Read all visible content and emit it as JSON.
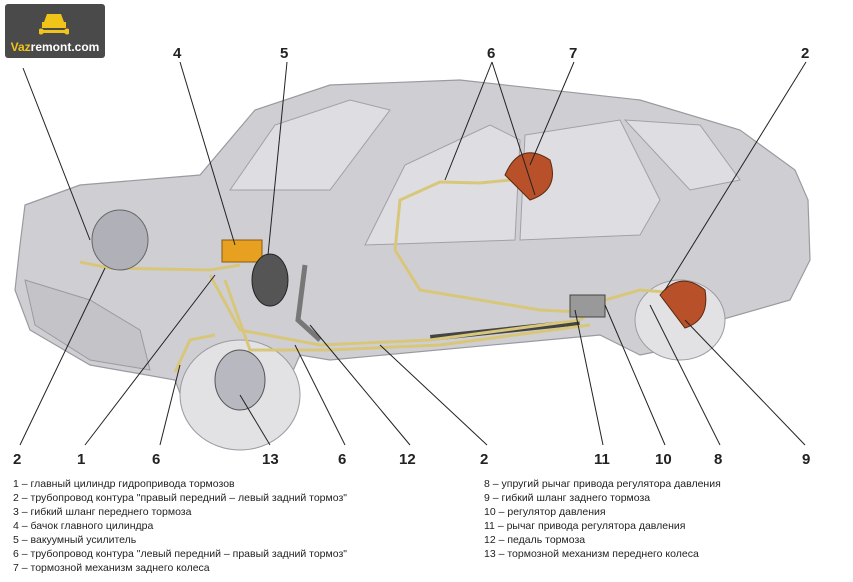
{
  "logo": {
    "prefix": "Vaz",
    "suffix": "remont.com"
  },
  "callouts": {
    "top": [
      "4",
      "5",
      "6",
      "7",
      "2"
    ],
    "bottom": [
      "2",
      "1",
      "6",
      "13",
      "6",
      "12",
      "2",
      "11",
      "10",
      "8",
      "9"
    ]
  },
  "legend_left": [
    "1 – главный цилиндр гидропривода тормозов",
    "2 – трубопровод контура \"правый передний – левый задний тормоз\"",
    "3 – гибкий шланг переднего тормоза",
    "4 – бачок главного цилиндра",
    "5 – вакуумный усилитель",
    "6 – трубопровод контура \"левый передний – правый задний тормоз\"",
    "7 – тормозной механизм заднего колеса"
  ],
  "legend_right": [
    "8 – упругий рычаг привода регулятора давления",
    "9 – гибкий шланг заднего тормоза",
    "10 – регулятор давления",
    "11 – рычаг привода регулятора давления",
    "12 – педаль тормоза",
    "13 – тормозной механизм переднего колеса"
  ],
  "colors": {
    "body": "#c9c9cd",
    "pipe": "#d8c77a",
    "rotor": "#b8502a",
    "logo_accent": "#f0c419"
  }
}
